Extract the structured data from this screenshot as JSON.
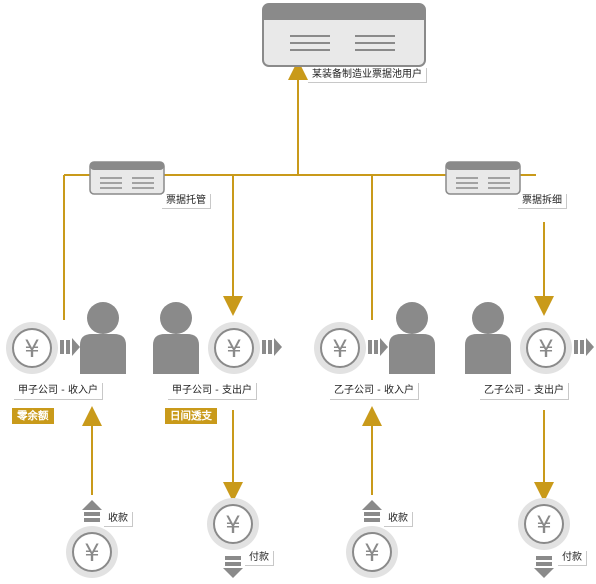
{
  "nodes": {
    "pool_account": "某装备制造业票据池用户",
    "custody": "票据托管",
    "split": "票据拆细",
    "a_income": "甲子公司 - 收入户",
    "a_expense": "甲子公司 - 支出户",
    "b_income": "乙子公司 - 收入户",
    "b_expense": "乙子公司 - 支出户"
  },
  "tags": {
    "zero_balance": "零余额",
    "intraday_overdraft": "日间透支"
  },
  "flows": {
    "receive_1": "收款",
    "pay_1": "付款",
    "receive_2": "收款",
    "pay_2": "付款"
  },
  "symbols": {
    "currency": "¥"
  },
  "colors": {
    "gold": "#c99a1a",
    "gray": "#8a8a8a",
    "light_gray": "#e6e6e6"
  }
}
